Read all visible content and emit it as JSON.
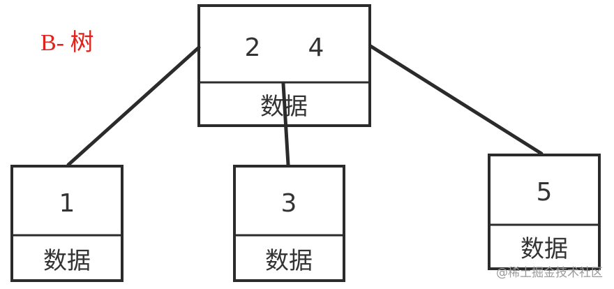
{
  "title": "B- 树",
  "root": {
    "keys": [
      "2",
      "4"
    ],
    "data_label": "数据"
  },
  "children": [
    {
      "key": "1",
      "data_label": "数据"
    },
    {
      "key": "3",
      "data_label": "数据"
    },
    {
      "key": "5",
      "data_label": "数据"
    }
  ],
  "watermark": "@稀土掘金技术社区",
  "colors": {
    "title": "#e0221c",
    "stroke": "#2b2b2b",
    "text": "#333333"
  }
}
